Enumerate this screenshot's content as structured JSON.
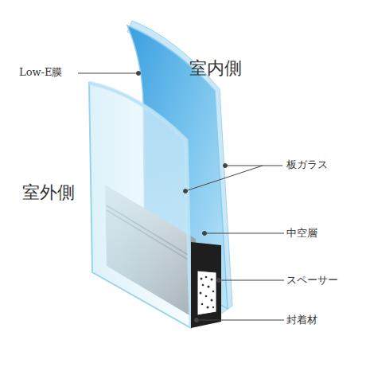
{
  "diagram": {
    "labels": [
      "Low-E膜",
      "室内側",
      "室外側",
      "板ガラス",
      "中空層",
      "スペーサー",
      "封着材"
    ]
  }
}
